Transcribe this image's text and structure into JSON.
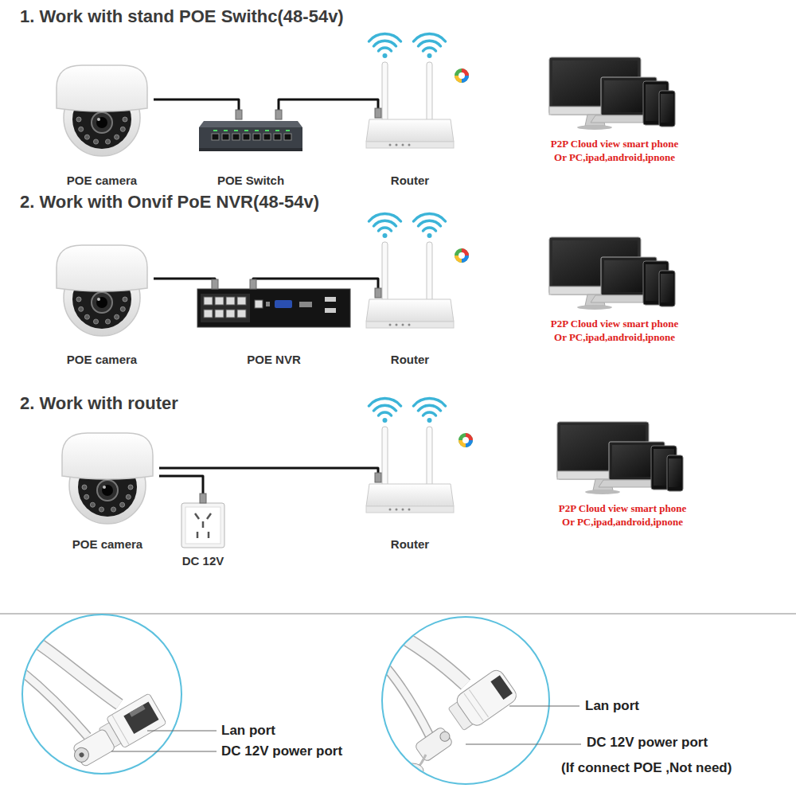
{
  "diagram": {
    "nodes": [
      {
        "text": [
          "POE camera"
        ]
      },
      {
        "text": [
          "POE Switch"
        ]
      },
      {
        "text": [
          "Router"
        ]
      },
      {
        "text": [
          "POE camera"
        ]
      },
      {
        "text": [
          "POE NVR"
        ]
      },
      {
        "text": [
          "Router"
        ]
      },
      {
        "text": [
          "POE camera"
        ]
      },
      {
        "text": [
          "DC 12V"
        ]
      },
      {
        "text": [
          "Router"
        ]
      }
    ],
    "edges": [
      {
        "from": 0,
        "to": 1,
        "arrow": "none"
      },
      {
        "from": 1,
        "to": 2,
        "arrow": "none"
      },
      {
        "from": 3,
        "to": 4,
        "arrow": "none"
      },
      {
        "from": 4,
        "to": 5,
        "arrow": "none"
      },
      {
        "from": 6,
        "to": 7,
        "arrow": "none"
      },
      {
        "from": 6,
        "to": 8,
        "arrow": "none"
      }
    ],
    "labels": [
      "1. Work with stand POE Swithc(48-54v)",
      "P2P Cloud view smart phone Or PC,ipad,android,ipnone",
      "2. Work with Onvif PoE NVR(48-54v)",
      "P2P Cloud view smart phone Or PC,ipad,android,ipnone",
      "2. Work with router",
      "P2P Cloud view smart phone Or PC,ipad,android,ipnone",
      "Lan port",
      "DC 12V power port",
      "Lan port",
      "DC 12V power port",
      "(If connect POE ,Not need)"
    ]
  }
}
